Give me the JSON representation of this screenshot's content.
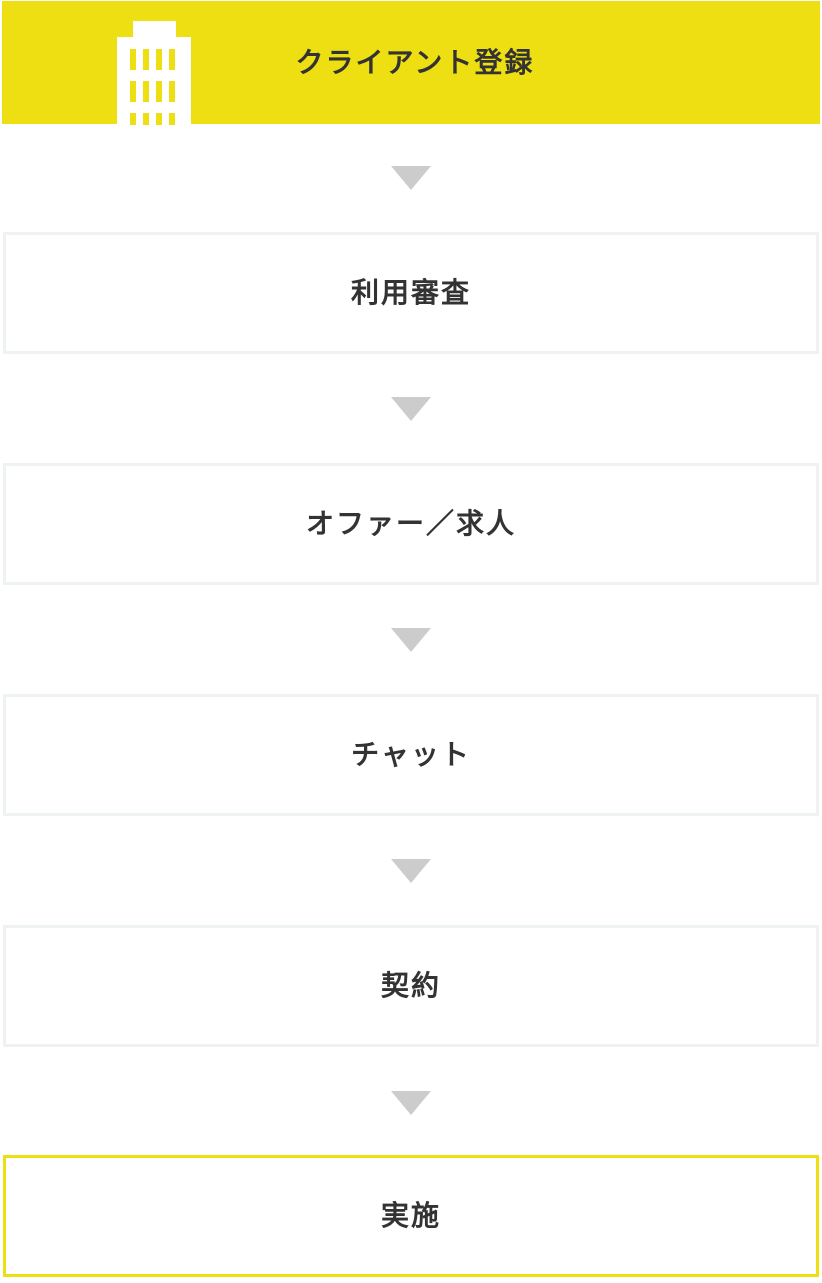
{
  "header": {
    "title": "クライアント登録",
    "icon": "building-icon",
    "background_color": "#eedf12"
  },
  "steps": [
    {
      "label": "利用審査"
    },
    {
      "label": "オファー／求人"
    },
    {
      "label": "チャット"
    },
    {
      "label": "契約"
    },
    {
      "label": "実施"
    }
  ],
  "colors": {
    "arrow": "#cccccc",
    "step_border": "#eef2f1",
    "final_step_border": "#eedf12",
    "text": "#333333"
  }
}
